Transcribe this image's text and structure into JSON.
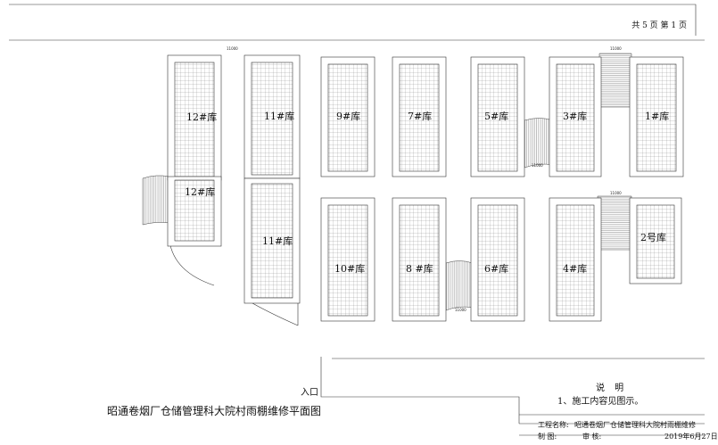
{
  "header": {
    "page_info": "共 5 页 第 1 页"
  },
  "drawing": {
    "title": "昭通卷烟厂仓储管理科大院村雨棚维修平面图",
    "entrance": "入口",
    "warehouses": [
      {
        "id": "w12a",
        "label": "12#库"
      },
      {
        "id": "w12b",
        "label": "12#库"
      },
      {
        "id": "w11a",
        "label": "11#库"
      },
      {
        "id": "w11b",
        "label": "11#库"
      },
      {
        "id": "w9",
        "label": "9#库"
      },
      {
        "id": "w7",
        "label": "7#库"
      },
      {
        "id": "w5",
        "label": "5#库"
      },
      {
        "id": "w3",
        "label": "3#库"
      },
      {
        "id": "w1",
        "label": "1#库"
      },
      {
        "id": "w10",
        "label": "10#库"
      },
      {
        "id": "w8",
        "label": "8  #库"
      },
      {
        "id": "w6",
        "label": "6#库"
      },
      {
        "id": "w4",
        "label": "4#库"
      },
      {
        "id": "w2",
        "label": "2号库"
      }
    ],
    "dimension_label": "11000"
  },
  "notes": {
    "title": "说  明",
    "items": [
      "1、施工内容见图示。"
    ]
  },
  "title_block": {
    "project_label": "工程名称:",
    "project": "昭通卷烟厂仓储管理科大院村雨棚维修",
    "drawn_label": "制    图:",
    "review_label": "审    核:",
    "date": "2019年6月27日"
  }
}
